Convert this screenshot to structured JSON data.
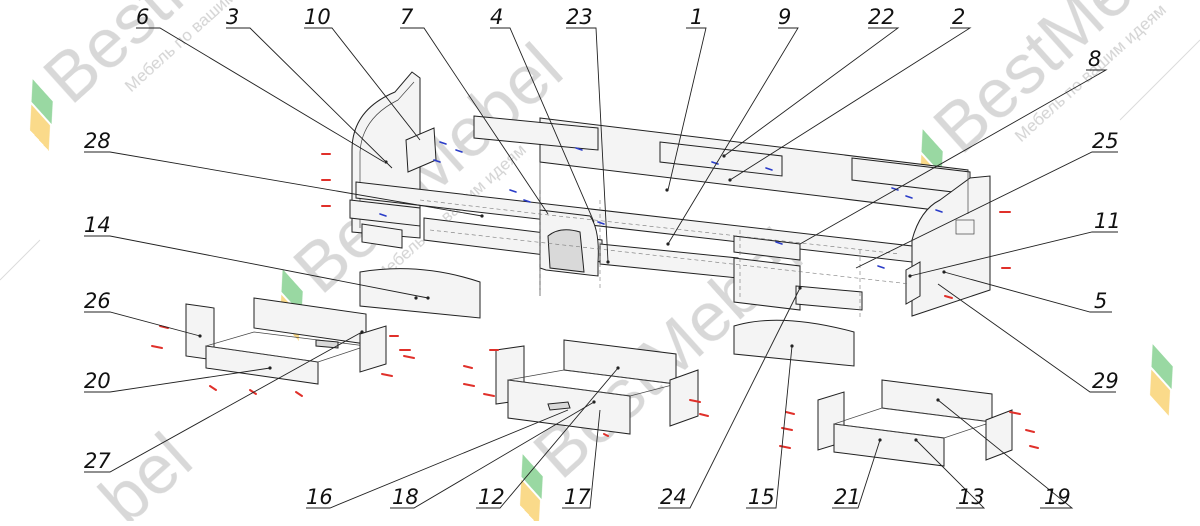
{
  "watermark": {
    "brand": "BestMebel",
    "slogan": "Мебель по вашим идеям",
    "colors": {
      "orange": "#f6c445",
      "green": "#5cc16b",
      "text": "#d2d2d2"
    }
  },
  "callouts": [
    "6",
    "3",
    "10",
    "7",
    "4",
    "23",
    "1",
    "9",
    "22",
    "2",
    "8",
    "28",
    "25",
    "14",
    "11",
    "26",
    "5",
    "20",
    "29",
    "27",
    "16",
    "18",
    "12",
    "17",
    "24",
    "15",
    "21",
    "13",
    "19"
  ],
  "colors": {
    "line": "#222222",
    "fastener_red": "#e0302a",
    "fastener_blue": "#2a3cc8"
  }
}
